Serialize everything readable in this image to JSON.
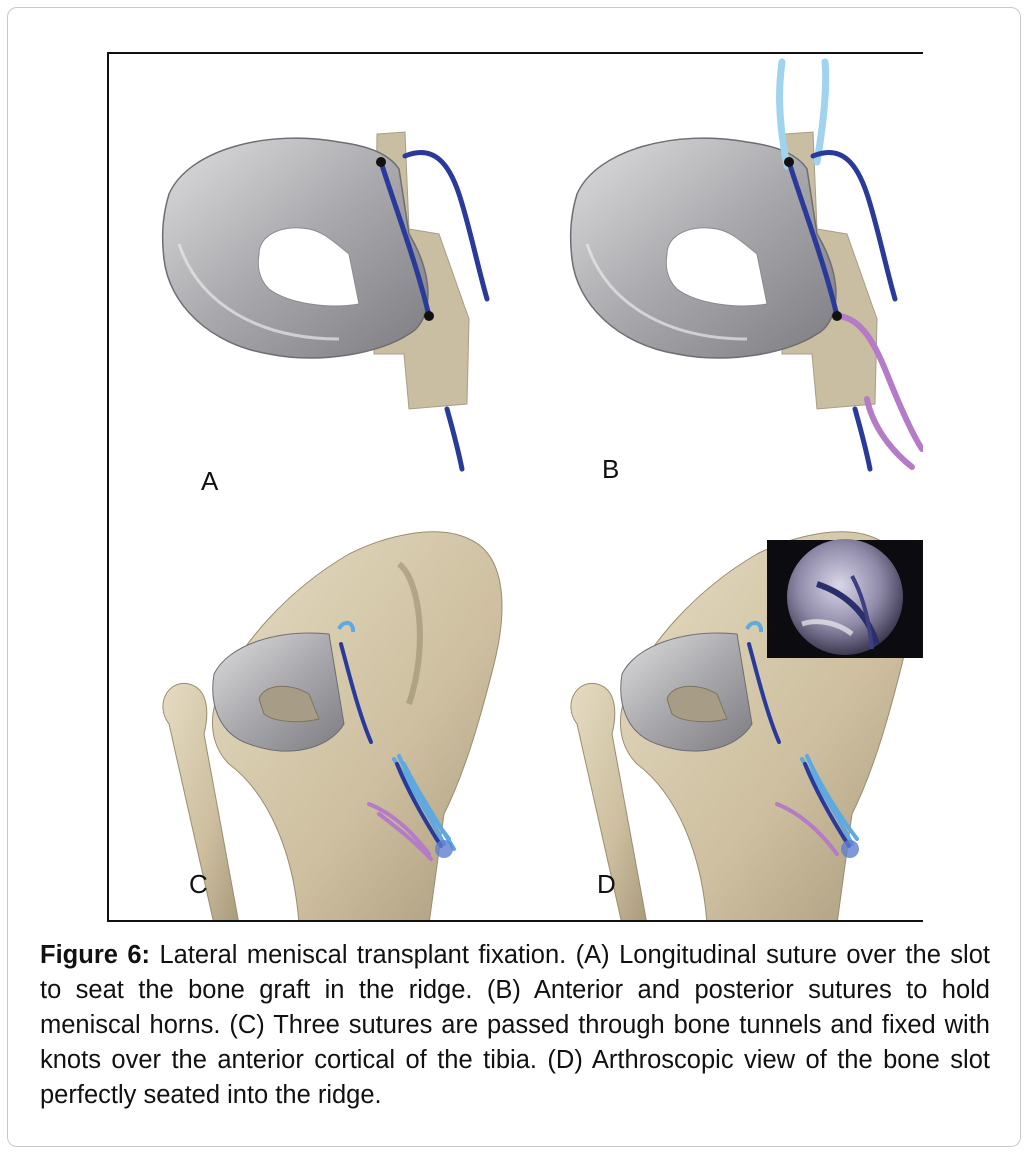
{
  "figure": {
    "panels": [
      {
        "letter": "A"
      },
      {
        "letter": "B"
      },
      {
        "letter": "C"
      },
      {
        "letter": "D"
      }
    ]
  },
  "caption": {
    "label": "Figure 6:",
    "text": " Lateral meniscal transplant fixation. (A) Longitudinal suture over the slot to seat the bone graft in the ridge. (B) Anterior and posterior sutures to hold meniscal horns. (C) Three sutures are passed through bone tunnels and fixed with knots over the anterior cortical of the tibia. (D) Arthroscopic view of the bone slot perfectly seated into the ridge."
  },
  "colors": {
    "meniscus": "#b9b9bb",
    "bone": "#cbbfa3",
    "suture_dark": "#2a3a9a",
    "suture_light": "#9fd3ee",
    "suture_pink": "#b57bc6"
  }
}
